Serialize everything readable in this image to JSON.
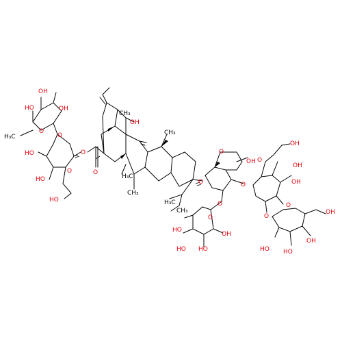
{
  "diagram": {
    "type": "chemical-structure",
    "colors": {
      "bond": "#000000",
      "heteroatom": "#e8000b",
      "background": "#ffffff"
    },
    "labels": {
      "oh": "OH",
      "ho": "HO",
      "o": "O",
      "ch3_right": "CH₃",
      "h3c_left": "H₃C",
      "ch3_tail": "CH₃"
    }
  }
}
